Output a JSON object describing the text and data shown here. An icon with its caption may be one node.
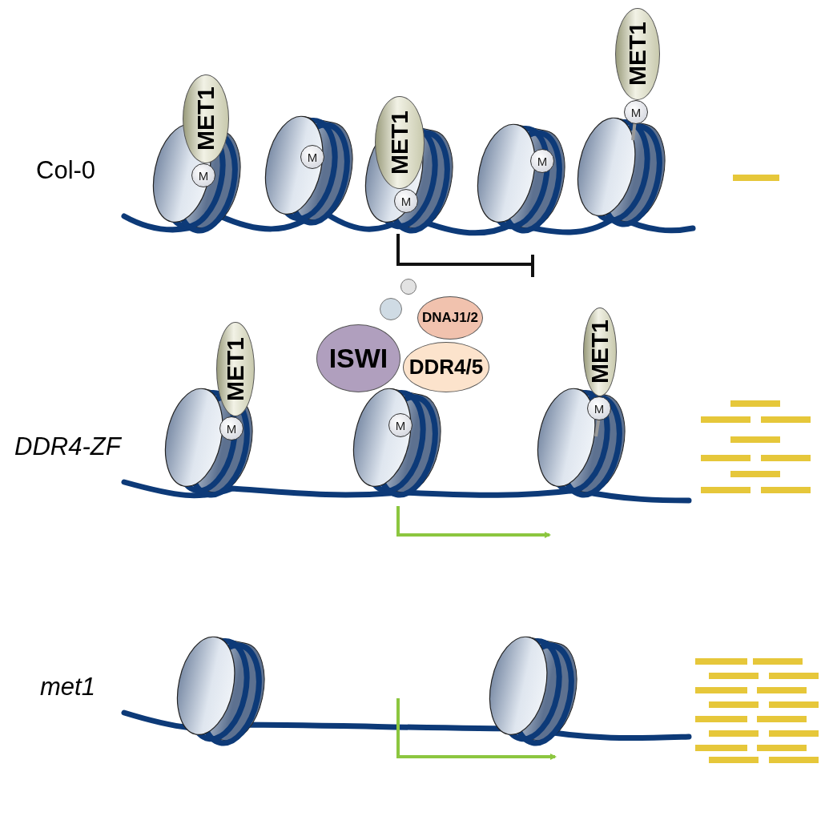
{
  "diagram": {
    "nodes": [
      {
        "text": [
          "MET1"
        ]
      },
      {
        "text": [
          "M"
        ]
      },
      {
        "text": [
          "M"
        ]
      },
      {
        "text": [
          "MET1"
        ]
      },
      {
        "text": [
          "M"
        ]
      },
      {
        "text": [
          "M"
        ]
      },
      {
        "text": [
          "MET1"
        ]
      },
      {
        "text": [
          "M"
        ]
      },
      {
        "text": [
          "MET1"
        ]
      },
      {
        "text": [
          "M"
        ]
      },
      {
        "text": [],
        "shape": "circle"
      },
      {
        "text": [
          "ISWI"
        ]
      },
      {
        "text": [],
        "shape": "circle"
      },
      {
        "text": [
          "DNAJ1/2"
        ]
      },
      {
        "text": [
          "DDR4/5"
        ]
      },
      {
        "text": [
          "M"
        ]
      },
      {
        "text": [
          "MET1"
        ]
      },
      {
        "text": [
          "M"
        ]
      }
    ],
    "edges": [],
    "labels": [
      "Col-0",
      "DDR4-ZF",
      "met1"
    ]
  }
}
